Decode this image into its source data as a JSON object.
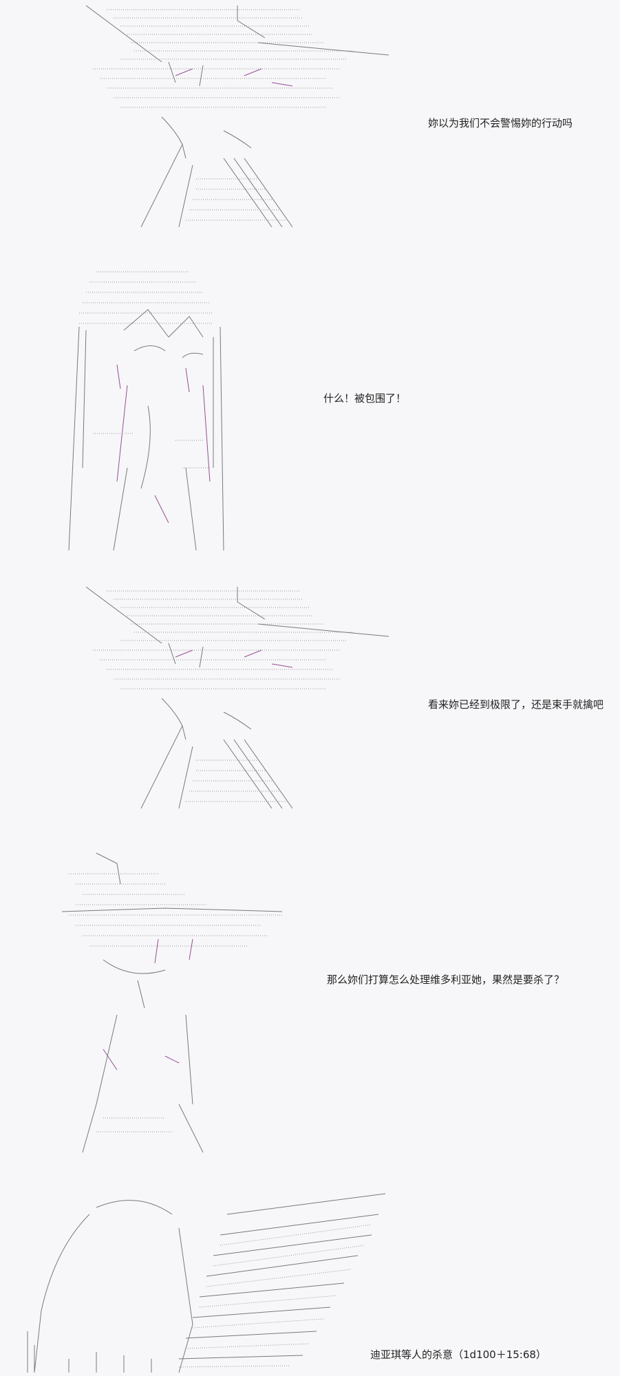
{
  "panels": [
    {
      "caption": "妳以为我们不会警惕妳的行动吗"
    },
    {
      "caption": "什么！被包围了！"
    },
    {
      "caption": "看来妳已经到极限了，还是束手就擒吧"
    },
    {
      "caption": "那么妳们打算怎么处理维多利亚她，果然是要杀了？"
    },
    {
      "caption": "迪亚琪等人的杀意（1d100＋15:68）"
    }
  ]
}
